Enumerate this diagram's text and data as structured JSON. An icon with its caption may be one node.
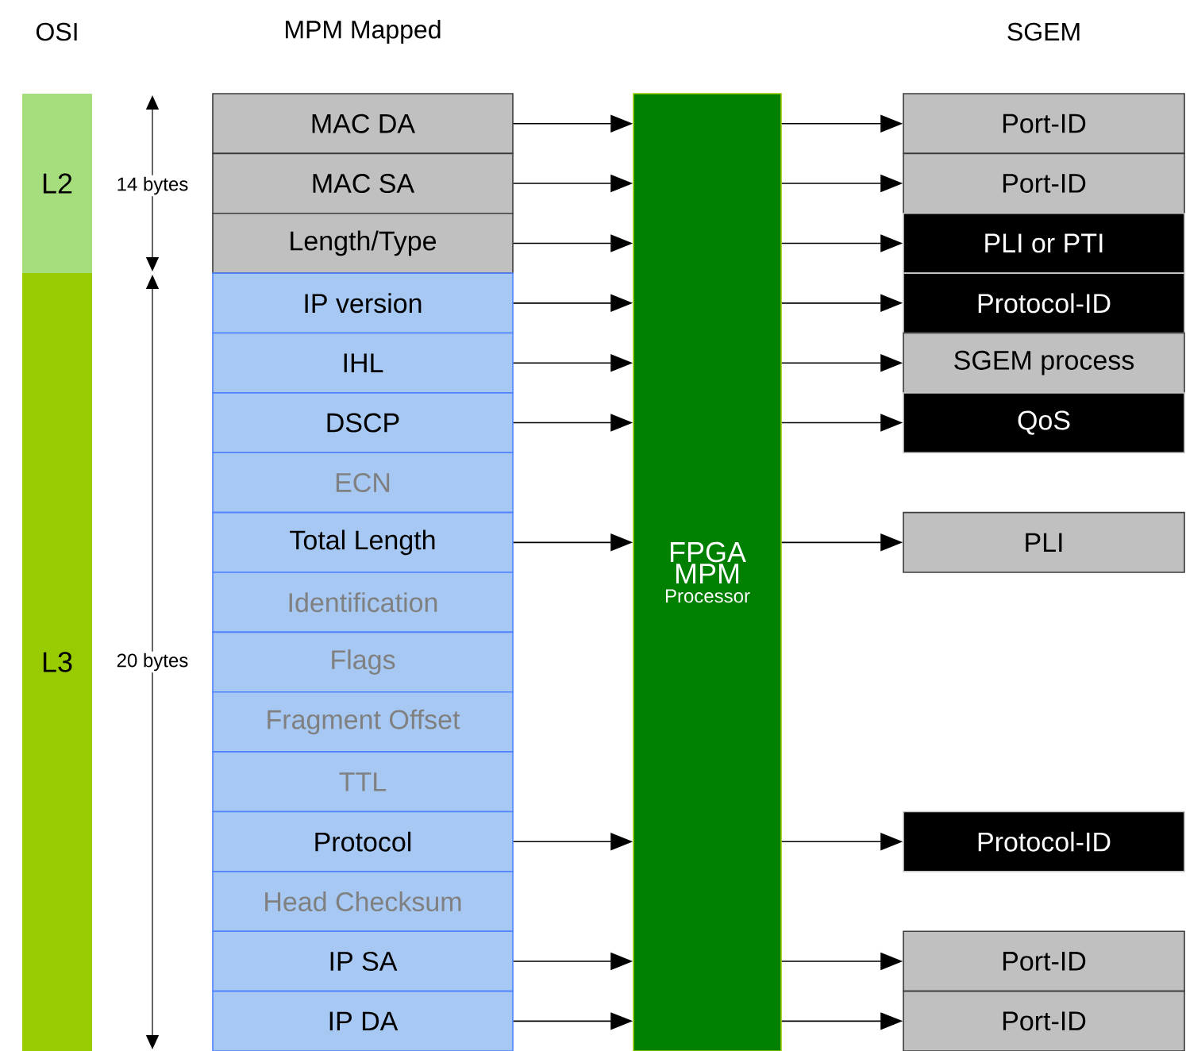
{
  "diagram": {
    "nodes": [
      {
        "text": [
          "L2"
        ]
      },
      {
        "text": [
          "L3"
        ]
      },
      {
        "text": [
          "MAC DA"
        ]
      },
      {
        "text": [
          "MAC SA"
        ]
      },
      {
        "text": [
          "Length/Type"
        ]
      },
      {
        "text": [
          "IP version"
        ]
      },
      {
        "text": [
          "IHL"
        ]
      },
      {
        "text": [
          "DSCP"
        ]
      },
      {
        "text": [
          "ECN"
        ]
      },
      {
        "text": [
          "Total Length"
        ]
      },
      {
        "text": [
          "Identification"
        ]
      },
      {
        "text": [
          "Flags"
        ]
      },
      {
        "text": [
          "Fragment Offset"
        ]
      },
      {
        "text": [
          "TTL"
        ]
      },
      {
        "text": [
          "Protocol"
        ]
      },
      {
        "text": [
          "Head Checksum"
        ]
      },
      {
        "text": [
          "IP SA"
        ]
      },
      {
        "text": [
          "IP DA"
        ]
      },
      {
        "text": [
          "FPGA MPM",
          "Processor"
        ]
      },
      {
        "text": [
          "Port-ID"
        ]
      },
      {
        "text": [
          "Port-ID"
        ]
      },
      {
        "text": [
          "PLI or PTI"
        ]
      },
      {
        "text": [
          "Protocol-ID"
        ]
      },
      {
        "text": [
          "SGEM process"
        ]
      },
      {
        "text": [
          "QoS"
        ]
      },
      {
        "text": [
          "PLI"
        ]
      },
      {
        "text": [
          "Protocol-ID"
        ]
      },
      {
        "text": [
          "Port-ID"
        ]
      },
      {
        "text": [
          "Port-ID"
        ]
      }
    ],
    "edges": [
      {
        "from": 2,
        "to": 18,
        "arrow": "to"
      },
      {
        "from": 3,
        "to": 18,
        "arrow": "to"
      },
      {
        "from": 4,
        "to": 18,
        "arrow": "to"
      },
      {
        "from": 5,
        "to": 18,
        "arrow": "to"
      },
      {
        "from": 6,
        "to": 18,
        "arrow": "to"
      },
      {
        "from": 7,
        "to": 18,
        "arrow": "to"
      },
      {
        "from": 9,
        "to": 18,
        "arrow": "to"
      },
      {
        "from": 14,
        "to": 18,
        "arrow": "to"
      },
      {
        "from": 16,
        "to": 18,
        "arrow": "to"
      },
      {
        "from": 17,
        "to": 18,
        "arrow": "to"
      },
      {
        "from": 18,
        "to": 19,
        "arrow": "to"
      },
      {
        "from": 18,
        "to": 20,
        "arrow": "to"
      },
      {
        "from": 18,
        "to": 21,
        "arrow": "to"
      },
      {
        "from": 18,
        "to": 22,
        "arrow": "to"
      },
      {
        "from": 18,
        "to": 23,
        "arrow": "to"
      },
      {
        "from": 18,
        "to": 24,
        "arrow": "to"
      },
      {
        "from": 18,
        "to": 25,
        "arrow": "to"
      },
      {
        "from": 18,
        "to": 26,
        "arrow": "to"
      },
      {
        "from": 18,
        "to": 27,
        "arrow": "to"
      },
      {
        "from": 18,
        "to": 28,
        "arrow": "to"
      }
    ],
    "labels": [
      "OSI",
      "MPM Mapped",
      "SGEM",
      "14 bytes",
      "20 bytes"
    ]
  }
}
